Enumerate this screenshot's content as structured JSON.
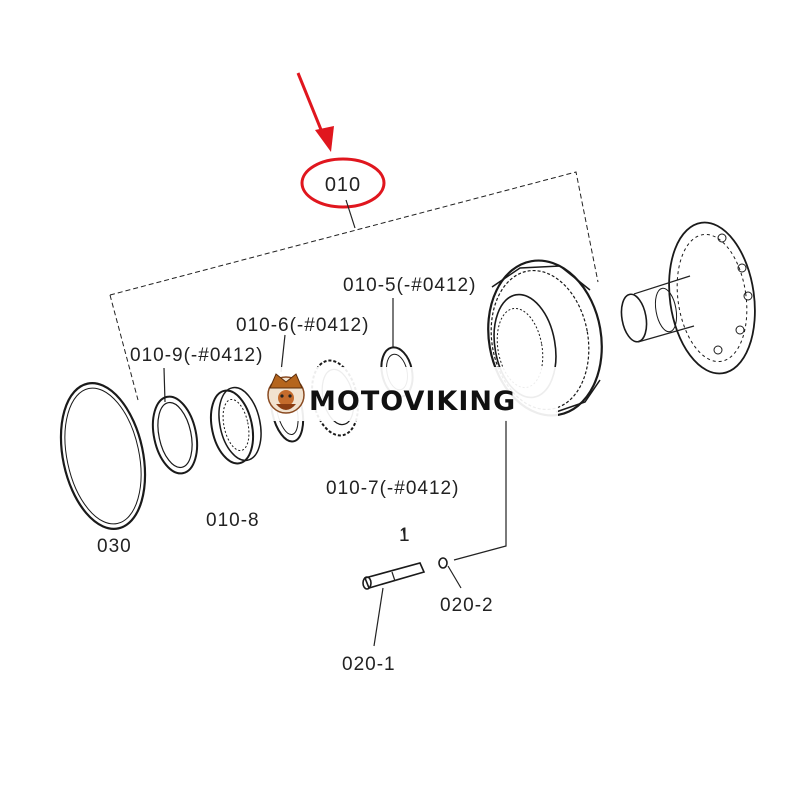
{
  "diagram": {
    "callout_main": "010",
    "labels": {
      "l_010_5": "010-5(-#0412)",
      "l_010_6": "010-6(-#0412)",
      "l_010_9": "010-9(-#0412)",
      "l_010_8": "010-8",
      "l_010_7": "010-7(-#0412)",
      "l_030": "030",
      "l_1": "1",
      "l_020_2": "020-2",
      "l_020_1": "020-1"
    },
    "highlight_color": "#e0161e",
    "line_color": "#222222"
  },
  "watermark": {
    "text": "MOTOVIKING",
    "color": "#111111",
    "icon": "viking-logo-icon"
  }
}
